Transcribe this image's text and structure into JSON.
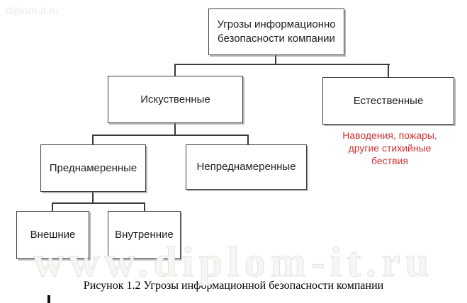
{
  "colors": {
    "box_border": "#3f3f3f",
    "box_shadow": "#808080",
    "connector": "#3a3a3a",
    "note_red": "#cc3333",
    "caption_text": "#000000",
    "watermark": "#e9ebe6"
  },
  "watermarks": {
    "top_left": "diplom-it.ru",
    "bottom": "www.diplom-it.ru"
  },
  "diagram": {
    "nodes": {
      "root": "Угрозы информационно\nбезопасности компании",
      "artificial": "Искуственные",
      "natural": "Естественные",
      "natural_note": "Наводения, пожары,\nдругие стихийные\nбествия",
      "intentional": "Преднамеренные",
      "unintentional": "Непреднамеренные",
      "external": "Внешние",
      "internal": "Внутренние"
    }
  },
  "caption": "Рисунок 1.2 Угрозы информационной безопасности компании"
}
